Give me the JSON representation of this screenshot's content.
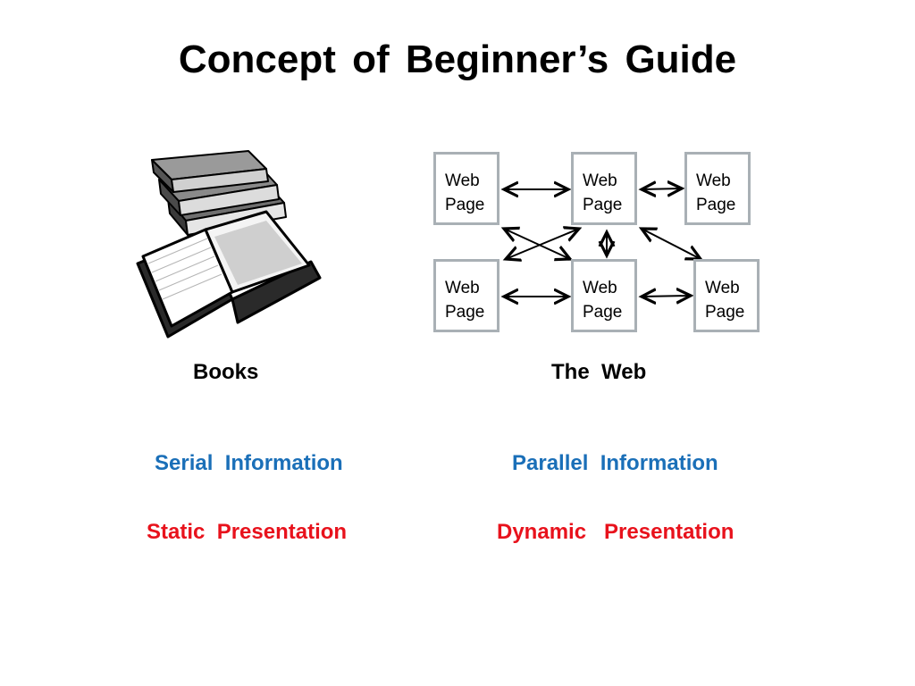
{
  "slide": {
    "title": "Concept  of  Beginner’s Guide"
  },
  "books": {
    "label": "Books",
    "info": "Serial  Information",
    "presentation": "Static  Presentation"
  },
  "web": {
    "label": "The  Web",
    "info": "Parallel  Information",
    "presentation": "Dynamic   Presentation",
    "nodes": [
      {
        "line1": "Web",
        "line2": "Page"
      },
      {
        "line1": "Web",
        "line2": "Page"
      },
      {
        "line1": "Web",
        "line2": "Page"
      },
      {
        "line1": "Web",
        "line2": "Page"
      },
      {
        "line1": "Web",
        "line2": "Page"
      },
      {
        "line1": "Web",
        "line2": "Page"
      }
    ]
  },
  "colors": {
    "info_text": "#1a6fb8",
    "presentation_text": "#e8121c",
    "node_border": "#a9b0b5"
  }
}
